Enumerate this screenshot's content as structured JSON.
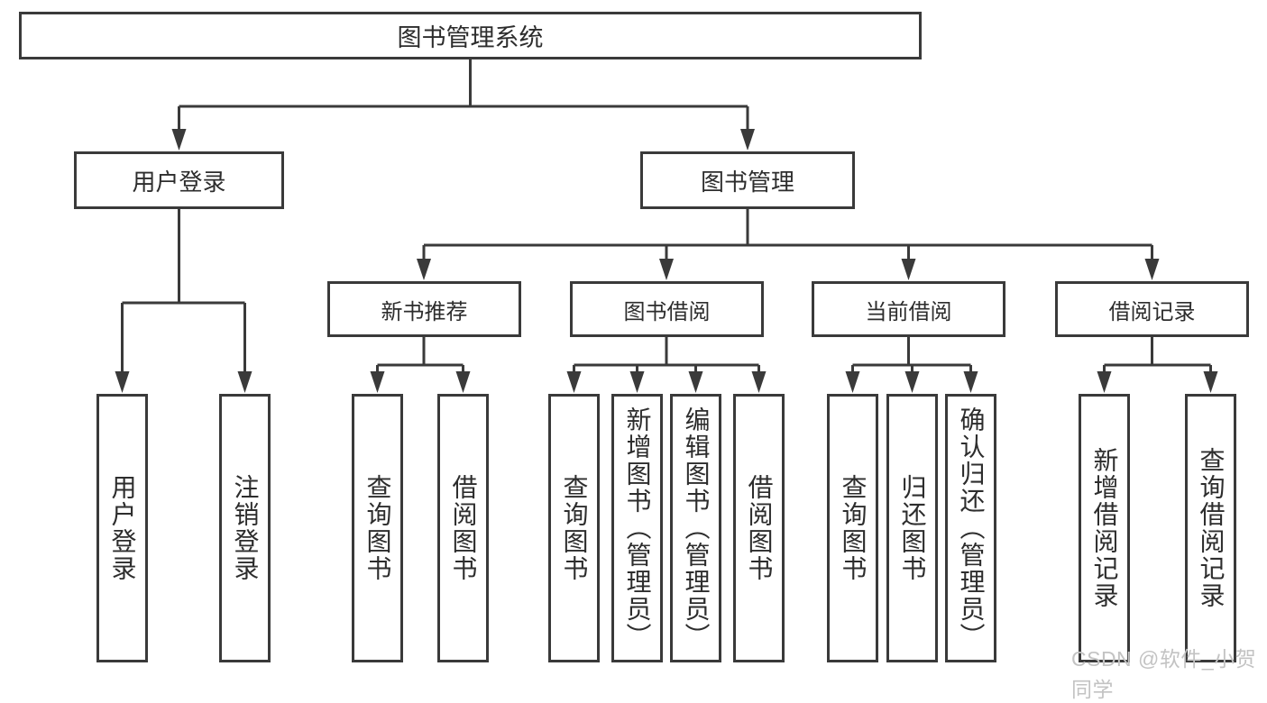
{
  "tree": {
    "label": "图书管理系统",
    "children": [
      {
        "label": "用户登录",
        "children": [
          {
            "label": "用户登录"
          },
          {
            "label": "注销登录"
          }
        ]
      },
      {
        "label": "图书管理",
        "children": [
          {
            "label": "新书推荐",
            "children": [
              {
                "label": "查询图书"
              },
              {
                "label": "借阅图书"
              }
            ]
          },
          {
            "label": "图书借阅",
            "children": [
              {
                "label": "查询图书"
              },
              {
                "label": "新增图书（管理员）"
              },
              {
                "label": "编辑图书（管理员）"
              },
              {
                "label": "借阅图书"
              }
            ]
          },
          {
            "label": "当前借阅",
            "children": [
              {
                "label": "查询图书"
              },
              {
                "label": "归还图书"
              },
              {
                "label": "确认归还（管理员）"
              }
            ]
          },
          {
            "label": "借阅记录",
            "children": [
              {
                "label": "新增借阅记录"
              },
              {
                "label": "查询借阅记录"
              }
            ]
          }
        ]
      }
    ]
  },
  "watermark": {
    "text": "CSDN @软件_小贺同学"
  },
  "colors": {
    "line": "#3a3a3a",
    "text": "#2d2d2d",
    "box_background": "#ffffff",
    "watermark": "#c3c3c3"
  }
}
